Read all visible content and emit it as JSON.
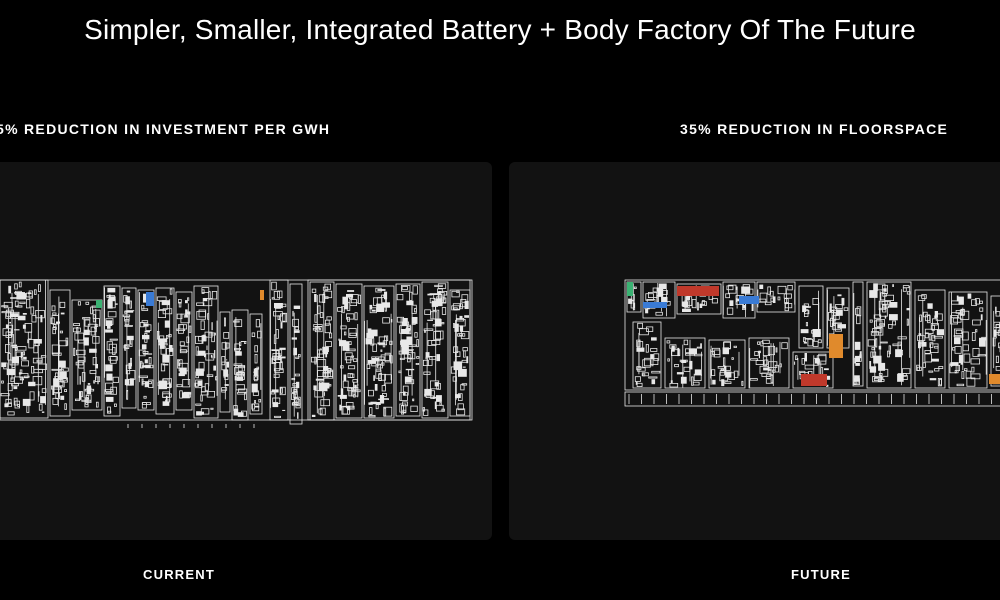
{
  "slide": {
    "title": "Simpler, Smaller, Integrated Battery + Body Factory Of The Future",
    "current": {
      "heading": "5% REDUCTION IN INVESTMENT PER GWH",
      "caption": "CURRENT"
    },
    "future": {
      "heading": "35% REDUCTION IN FLOORSPACE",
      "caption": "FUTURE"
    }
  },
  "colors": {
    "background": "#000000",
    "panel": "#121212",
    "drawing_line": "#e8e8e8",
    "accent_blue": "#3a7bd5",
    "accent_red": "#c0392b",
    "accent_orange": "#e08a2c",
    "accent_green": "#3bb273"
  },
  "icons": {
    "current_layout": "factory-floorplan-current",
    "future_layout": "factory-floorplan-future"
  }
}
